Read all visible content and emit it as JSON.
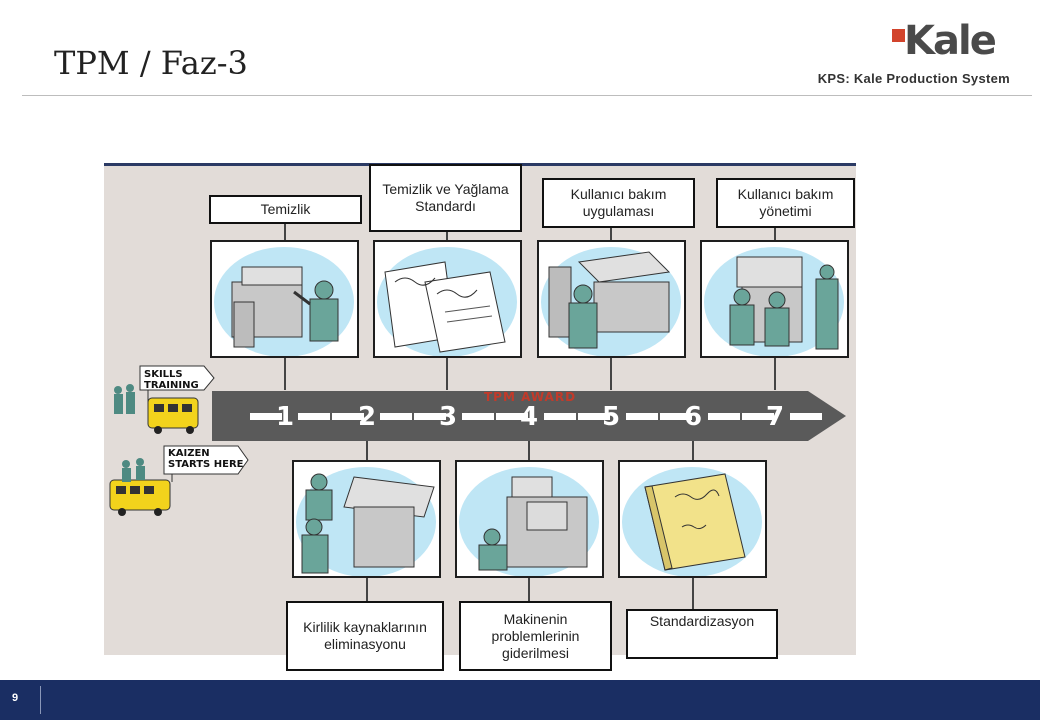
{
  "slide": {
    "title": "TPM / Faz-3",
    "logo_text": "Kale",
    "tagline": "KPS: Kale Production System",
    "page_number": "9"
  },
  "diagram": {
    "arrow_text": "TPM AWARD",
    "signs": {
      "skills": "SKILLS\nTRAINING",
      "kaizen": "KAIZEN\nSTARTS HERE"
    },
    "steps": [
      {
        "number": "1",
        "label": "Temizlik"
      },
      {
        "number": "2",
        "label": "Kirlilik kaynaklarının eliminasyonu"
      },
      {
        "number": "3",
        "label": "Temizlik ve Yağlama Standardı"
      },
      {
        "number": "4",
        "label": "Makinenin problemlerinin giderilmesi"
      },
      {
        "number": "5",
        "label": "Kullanıcı bakım uygulaması"
      },
      {
        "number": "6",
        "label": "Standardizasyon"
      },
      {
        "number": "7",
        "label": "Kullanıcı bakım yönetimi"
      }
    ]
  },
  "colors": {
    "footer": "#1a2e63",
    "logo_accent": "#d2442c",
    "arrow": "#5a5a5a",
    "award": "#c23a2a",
    "worker": "#6aa59a",
    "machine": "#c8c8c8",
    "panel_glow": "#bfe6f5"
  }
}
